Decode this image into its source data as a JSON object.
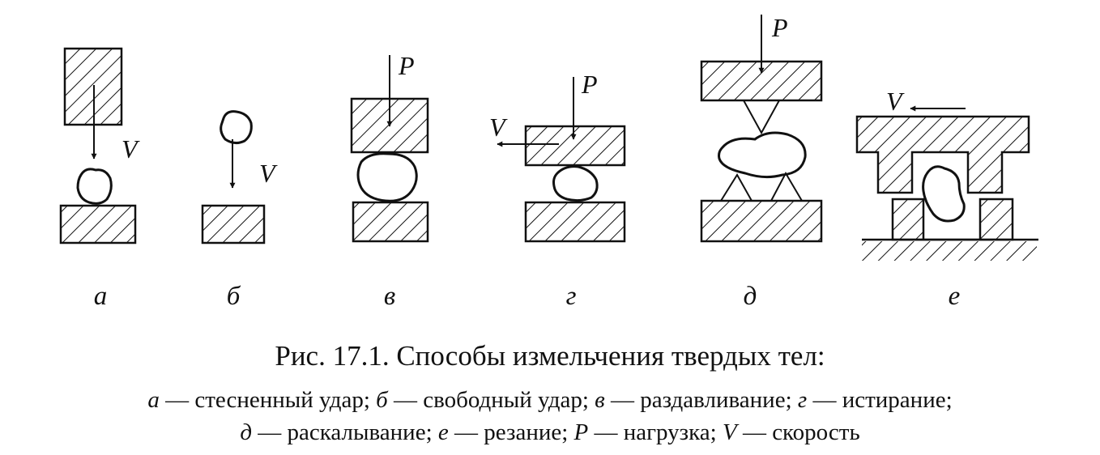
{
  "panels": [
    {
      "label": "а",
      "velocity_label": "V"
    },
    {
      "label": "б",
      "velocity_label": "V"
    },
    {
      "label": "в",
      "load_label": "P"
    },
    {
      "label": "г",
      "load_label": "P",
      "velocity_label": "V"
    },
    {
      "label": "д",
      "load_label": "P"
    },
    {
      "label": "е",
      "velocity_label": "V"
    }
  ],
  "caption": {
    "title": "Рис. 17.1. Способы измельчения твердых тел:",
    "legend_line_1": [
      {
        "key": "а",
        "text": " — стесненный удар; "
      },
      {
        "key": "б",
        "text": " — свободный удар; "
      },
      {
        "key": "в",
        "text": " — раздавливание; "
      },
      {
        "key": "г",
        "text": " — истирание;"
      }
    ],
    "legend_line_2": [
      {
        "key": "д",
        "text": " — раскалывание; "
      },
      {
        "key": "е",
        "text": " — резание; "
      },
      {
        "key": "P",
        "text": " — нагрузка; "
      },
      {
        "key": "V",
        "text": " — скорость"
      }
    ]
  }
}
